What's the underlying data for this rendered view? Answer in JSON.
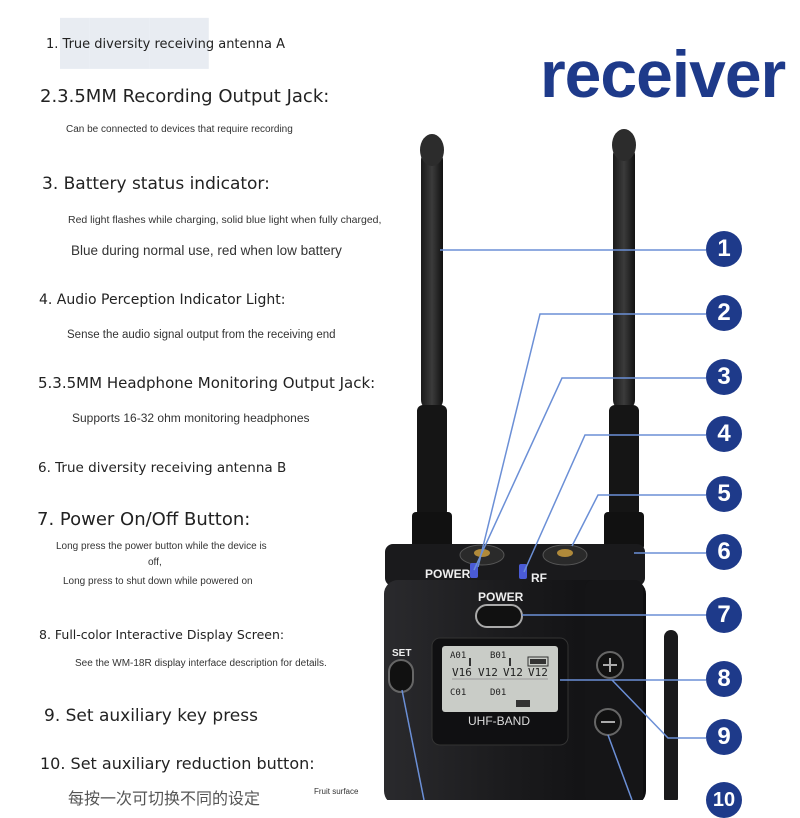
{
  "title": "receiver",
  "items": [
    {
      "heading": "1. True diversity receiving antenna A"
    },
    {
      "heading": "2.3.5MM Recording Output Jack:",
      "desc": [
        "Can be connected to devices that require recording"
      ]
    },
    {
      "heading": "3. Battery status indicator:",
      "desc": [
        "Red light flashes while charging, solid blue light when fully charged,",
        "Blue during normal use, red when low battery"
      ]
    },
    {
      "heading": "4. Audio Perception Indicator Light:",
      "desc": [
        "Sense the audio signal output from the receiving end"
      ]
    },
    {
      "heading": "5.3.5MM Headphone Monitoring Output Jack:",
      "desc": [
        "Supports 16-32 ohm monitoring headphones"
      ]
    },
    {
      "heading": "6. True diversity receiving antenna B"
    },
    {
      "heading": "7. Power On/Off Button:",
      "desc": [
        "Long press the power button while the device is",
        "off,",
        "Long press to shut down while powered on"
      ]
    },
    {
      "heading": "8. Full-color Interactive Display Screen:",
      "desc": [
        "See the WM-18R display interface description for details."
      ]
    },
    {
      "heading": "9. Set auxiliary key press"
    },
    {
      "heading": "10. Set auxiliary reduction button:",
      "desc": [
        "每按一次可切换不同的设定",
        "Fruit surface"
      ]
    }
  ],
  "callouts": [
    "1",
    "2",
    "3",
    "4",
    "5",
    "6",
    "7",
    "8",
    "9",
    "10"
  ],
  "device": {
    "power_label": "POWER",
    "rf_label": "RF",
    "power_button_label": "POWER",
    "set_label": "SET",
    "screen_band": "UHF-BAND",
    "screen_top": [
      "A01",
      "B01"
    ],
    "screen_mid": [
      "V16",
      "V12",
      "V12",
      "V12"
    ],
    "screen_bottom": [
      "C01",
      "D01"
    ]
  },
  "colors": {
    "accent": "#1e3a8a",
    "leader": "#6b8fd6",
    "body": "#1c1c1e",
    "indicator": "#4a5bd6"
  }
}
